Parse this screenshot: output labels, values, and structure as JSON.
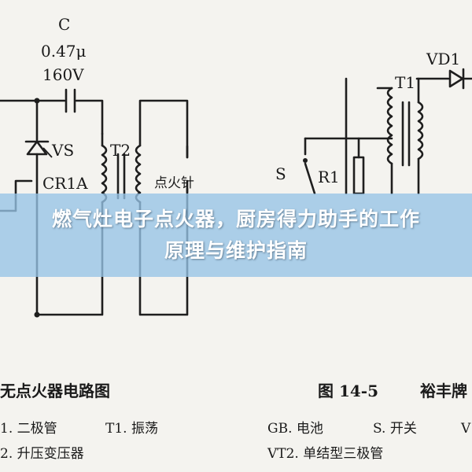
{
  "banner": {
    "title": "燃气灶电子点火器，厨房得力助手的工作原理与维护指南"
  },
  "left_circuit": {
    "capacitor_name": "C",
    "capacitor_value": "0.47μ",
    "capacitor_voltage": "160V",
    "diode_label": "VS",
    "scr_label": "CR1A",
    "transformer_label": "T2",
    "needle_label": "点火针",
    "caption": "无点火器电路图",
    "legend_1a": "1. 二极管",
    "legend_1b": "T1. 振荡",
    "legend_2": "2. 升压变压器"
  },
  "right_circuit": {
    "diode_label": "VD1",
    "transformer_label": "T1",
    "switch_label": "S",
    "resistor_label": "R1",
    "caption_fig": "图 14-5",
    "caption_title": "裕丰牌",
    "legend_gb": "GB. 电池",
    "legend_s": "S. 开关",
    "legend_v": "V",
    "legend_vt2": "VT2. 单结型三极管"
  }
}
